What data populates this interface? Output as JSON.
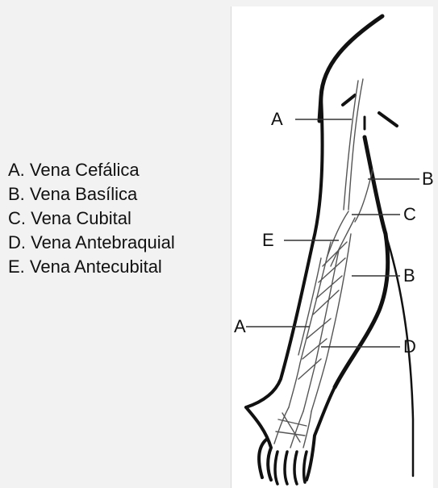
{
  "legend": {
    "items": [
      {
        "letter": "A",
        "text": "A. Vena Cefálica"
      },
      {
        "letter": "B",
        "text": "B. Vena Basílica"
      },
      {
        "letter": "C",
        "text": "C. Vena Cubital"
      },
      {
        "letter": "D",
        "text": "D. Vena Antebraquial"
      },
      {
        "letter": "E",
        "text": "E. Vena Antecubital"
      }
    ]
  },
  "callouts": {
    "a_upper": "A",
    "b_upper": "B",
    "c": "C",
    "e": "E",
    "b_lower": "B",
    "a_lower": "A",
    "d": "D"
  },
  "colors": {
    "background": "#f2f2f2",
    "panel": "#ffffff",
    "ink": "#111111",
    "vein": "#555555"
  }
}
